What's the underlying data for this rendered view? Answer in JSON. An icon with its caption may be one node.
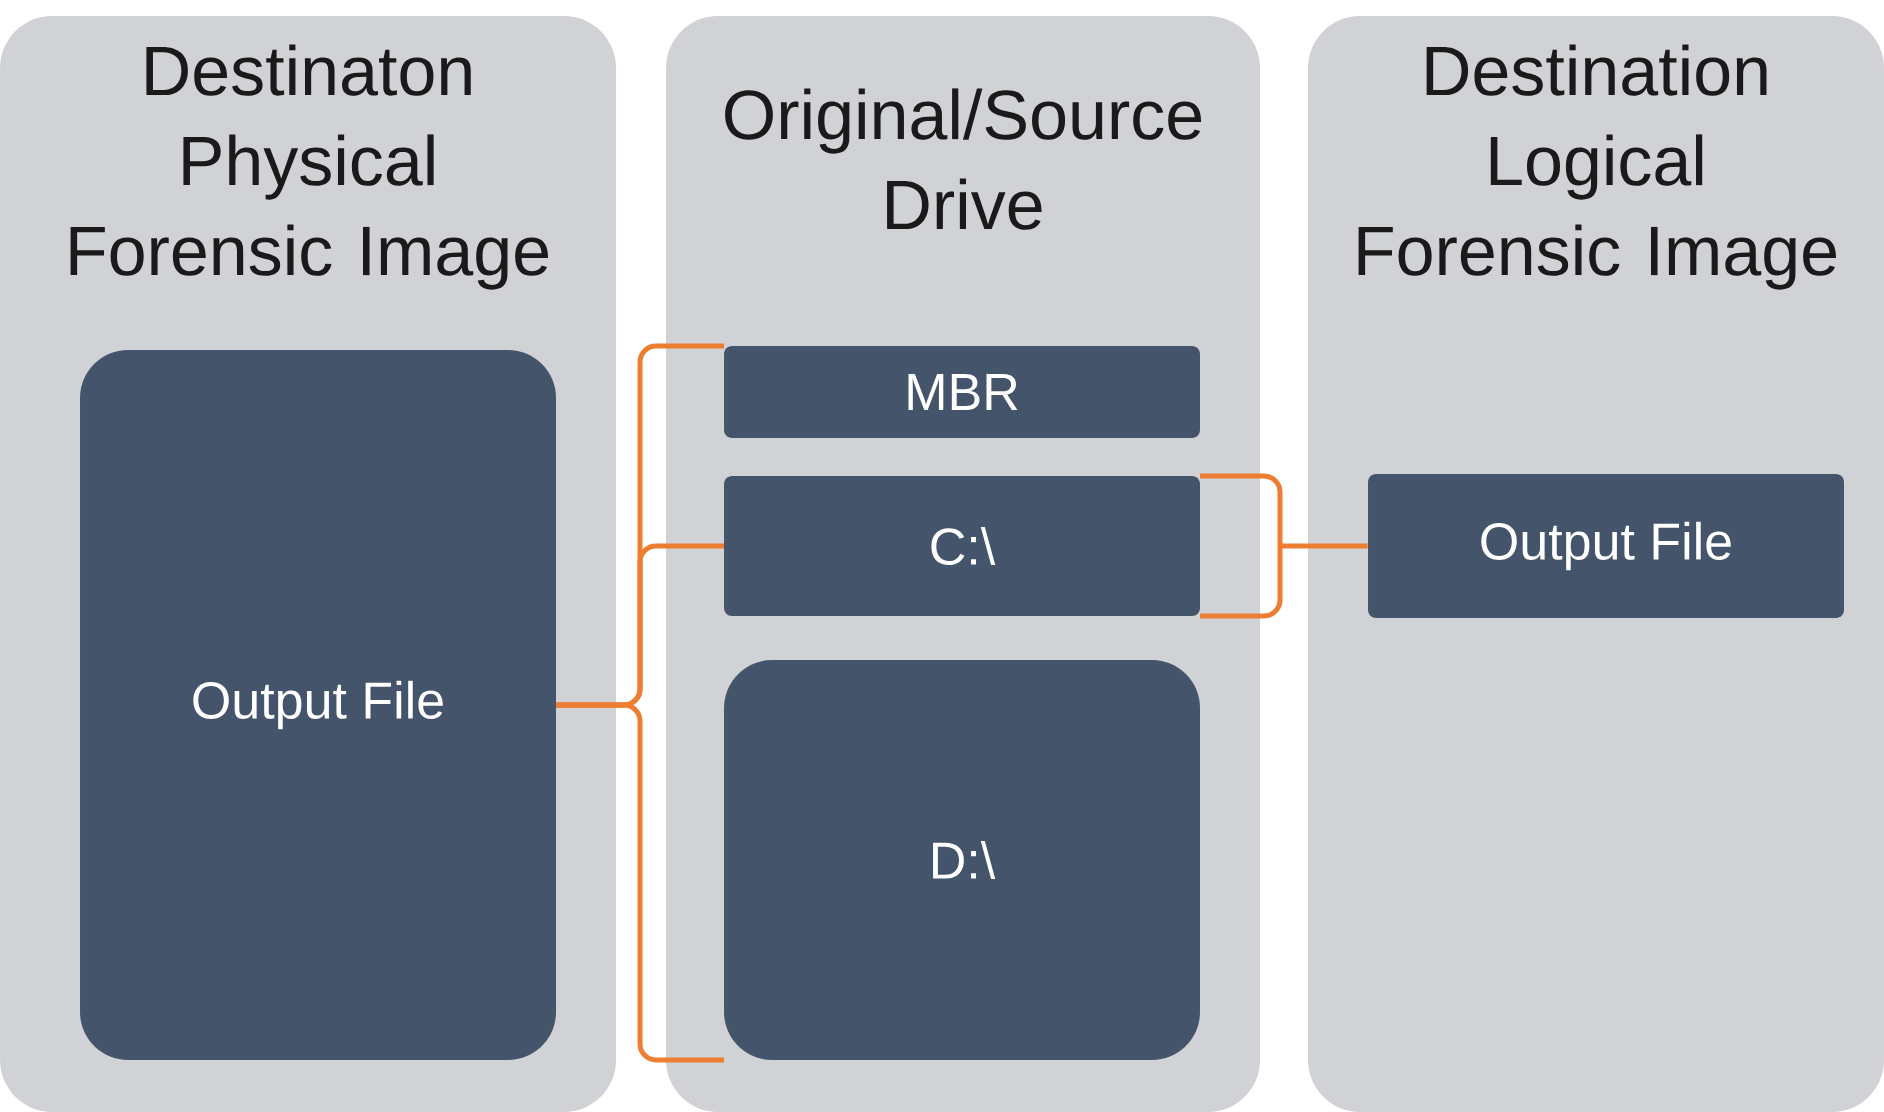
{
  "diagram": {
    "nodes": [
      {
        "text": [
          "Destinaton Physical Forensic Image"
        ]
      },
      {
        "text": [
          "Output File"
        ],
        "in": 0
      },
      {
        "text": [
          "Original/Source Drive"
        ]
      },
      {
        "text": [
          "MBR"
        ],
        "in": 2
      },
      {
        "text": [
          "C:\\"
        ],
        "in": 2
      },
      {
        "text": [
          "D:\\"
        ],
        "in": 2
      },
      {
        "text": [
          "Destination Logical Forensic Image"
        ]
      },
      {
        "text": [
          "Output File"
        ],
        "in": 6
      }
    ],
    "edges": [
      {
        "from": 1,
        "to": 3,
        "arrow": "none",
        "color": "#ed7d31"
      },
      {
        "from": 1,
        "to": 4,
        "arrow": "none",
        "color": "#ed7d31"
      },
      {
        "from": 1,
        "to": 5,
        "arrow": "none",
        "color": "#ed7d31"
      },
      {
        "from": 4,
        "to": 7,
        "arrow": "none",
        "color": "#ed7d31"
      }
    ]
  }
}
